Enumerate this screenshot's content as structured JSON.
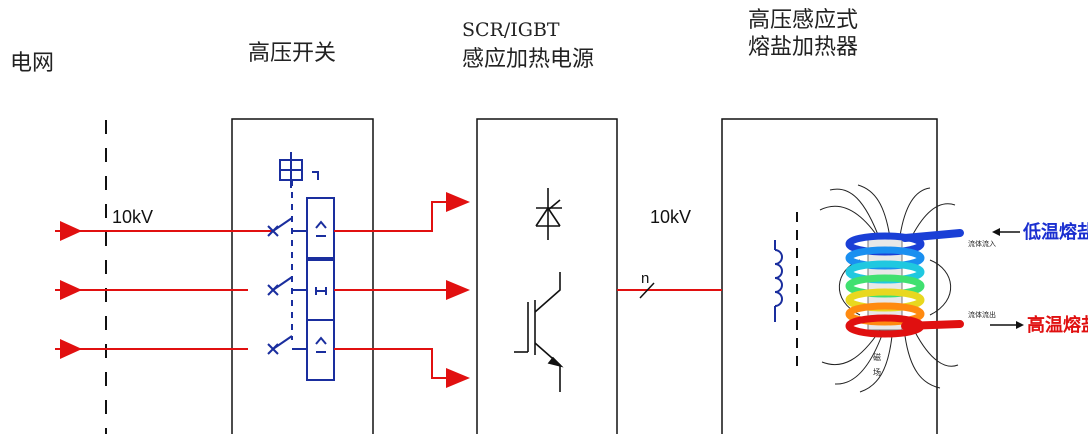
{
  "labels": {
    "grid": "电网",
    "hv_switch": "高压开关",
    "power_line1": "SCR/IGBT",
    "power_line2": "感应加热电源",
    "heater_line1": "高压感应式",
    "heater_line2": "熔盐加热器",
    "voltage_in": "10kV",
    "voltage_out": "10kV",
    "n_label": "n",
    "fluid_in": "流体流入",
    "fluid_out": "流体流出",
    "low_salt": "低温熔盐",
    "high_salt": "高温熔盐",
    "mag_1": "磁",
    "mag_2": "场"
  },
  "colors": {
    "line_red": "#e11010",
    "switch_blue": "#1a2e9e",
    "salt_low": "#1a2fd0",
    "salt_high": "#e01010",
    "box_border": "#111111"
  }
}
